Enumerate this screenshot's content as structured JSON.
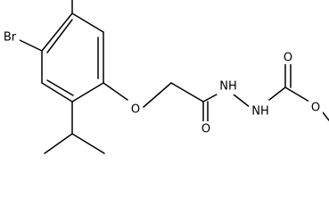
{
  "colors": {
    "bond": "#000000",
    "label": "#000000",
    "background": "#ffffff"
  },
  "atoms": {
    "br": "Br",
    "o_ether": "O",
    "o_carbonyl_1": "O",
    "nh_1": "NH",
    "nh_2": "NH",
    "o_carbonyl_2": "O",
    "o_ester": "O"
  }
}
